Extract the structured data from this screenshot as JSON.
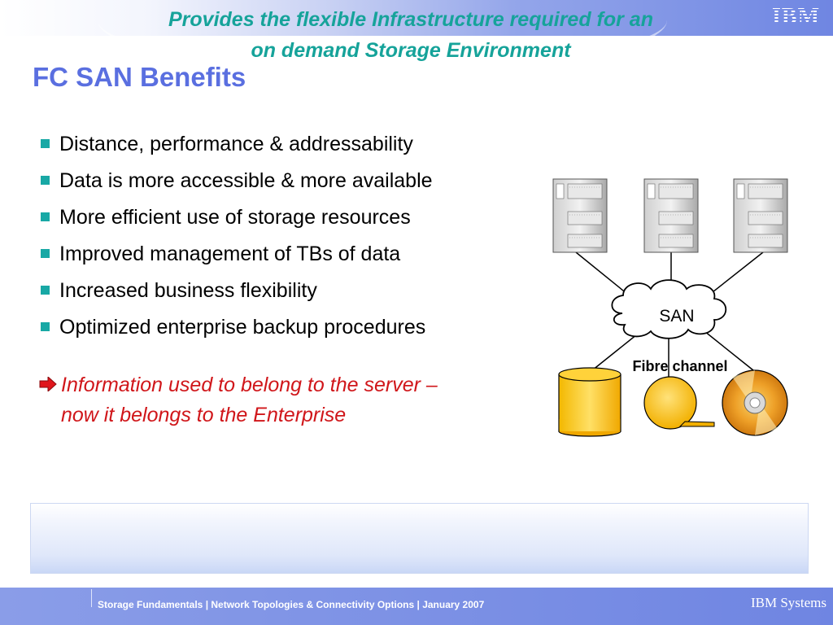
{
  "header": {
    "logo": "IBM"
  },
  "title": "FC SAN Benefits",
  "bullets": [
    "Distance, performance & addressability",
    "Data is more accessible & more available",
    "More efficient use of storage resources",
    "Improved management of TBs of data",
    "Increased business flexibility",
    "Optimized enterprise backup procedures"
  ],
  "note": {
    "line1": "Information used to belong to the server –",
    "line2": "now it belongs to the Enterprise"
  },
  "diagram": {
    "cloud_label": "SAN",
    "link_label": "Fibre channel"
  },
  "callout": {
    "line1": "Provides the flexible Infrastructure required for an",
    "line2": "on demand Storage Environment"
  },
  "footer": {
    "text": "Storage Fundamentals  | Network Topologies & Connectivity Options  |  January 2007",
    "brand": "IBM Systems"
  },
  "colors": {
    "title": "#5a6fe0",
    "bullet_square": "#18a8a5",
    "note": "#d0161a",
    "callout_text": "#16a39a",
    "footer_bg": "#6f85e2"
  },
  "icons": [
    "server-icon",
    "cloud-icon",
    "disk-storage-icon",
    "tape-reel-icon",
    "optical-disc-icon",
    "red-arrow-icon"
  ]
}
